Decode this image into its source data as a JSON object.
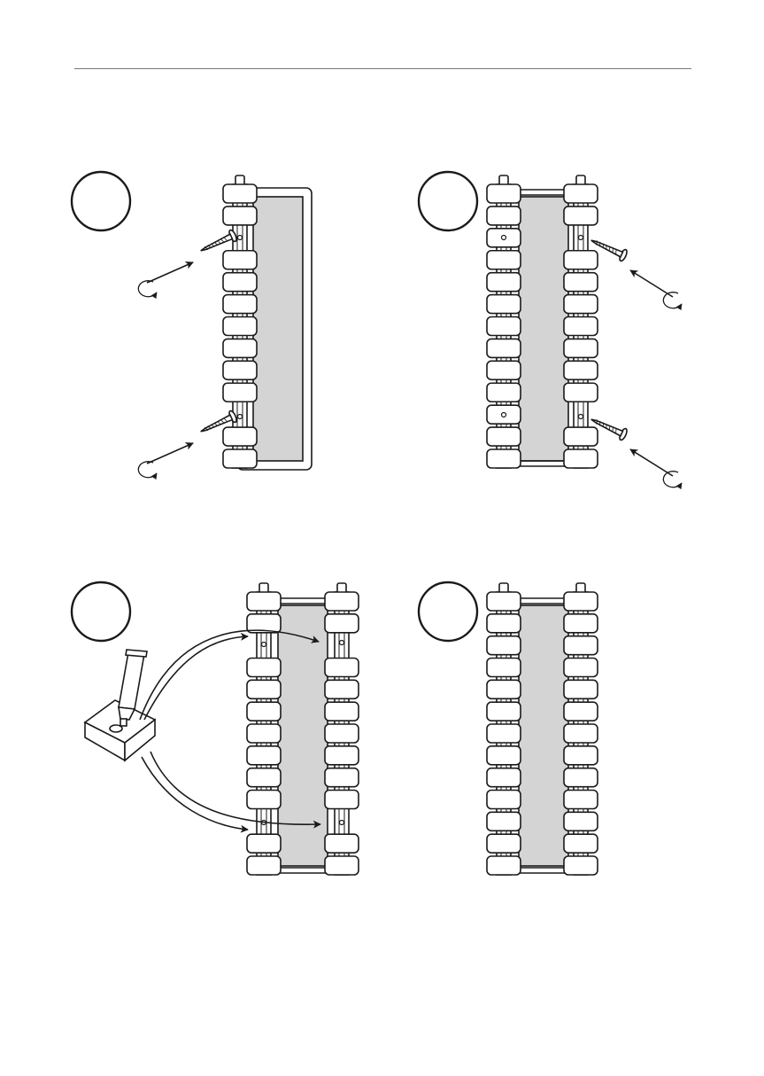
{
  "colors": {
    "line": "#1a1a1a",
    "panel_fill": "#d4d4d4",
    "rule": "#777777",
    "background": "#ffffff"
  },
  "steps": [
    {
      "id": "step-1",
      "action": "unscrew-left-screws",
      "badge_label": ""
    },
    {
      "id": "step-2",
      "action": "unscrew-right-screws",
      "badge_label": ""
    },
    {
      "id": "step-3",
      "action": "apply-thread-compound",
      "badge_label": ""
    },
    {
      "id": "step-4",
      "action": "assembled-result",
      "badge_label": ""
    }
  ],
  "icons": [
    "screw-icon",
    "rotate-counterclockwise-icon",
    "direction-arrow-icon",
    "compound-tube-icon",
    "heating-element-icon"
  ]
}
